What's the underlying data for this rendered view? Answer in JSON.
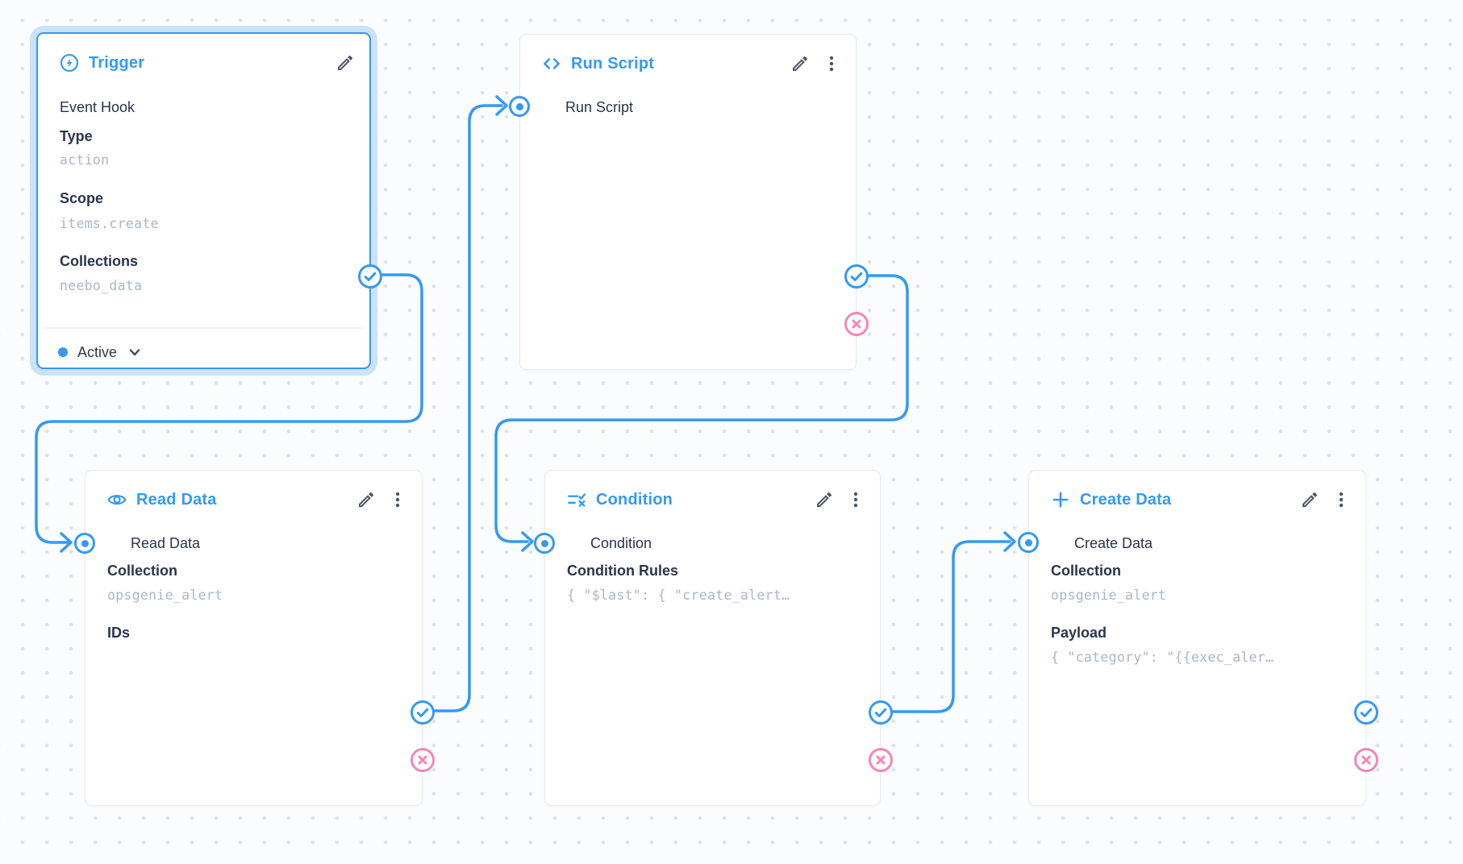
{
  "colors": {
    "accent_blue": "#3399f4",
    "reject_pink": "#f486b6",
    "text_dark": "#29354c",
    "mono_gray": "#a9b6c9",
    "panel_border": "#e7eaee",
    "canvas_bg": "#fbfcfd",
    "dot_gray": "#dde3e9",
    "icon_slate": "#4b5566"
  },
  "flow": {
    "trigger": {
      "title": "Trigger",
      "icon": "bolt-circle-icon",
      "subtitle": "Event Hook",
      "type_label": "Type",
      "type_value": "action",
      "scope_label": "Scope",
      "scope_value": "items.create",
      "collections_label": "Collections",
      "collections_value": "neebo_data",
      "status_label": "Active"
    },
    "run_script": {
      "title": "Run Script",
      "icon": "code-icon",
      "operation_label": "Run Script"
    },
    "read_data": {
      "title": "Read Data",
      "icon": "eye-icon",
      "operation_label": "Read Data",
      "collection_label": "Collection",
      "collection_value": "opsgenie_alert",
      "ids_label": "IDs"
    },
    "condition": {
      "title": "Condition",
      "icon": "rules-icon",
      "operation_label": "Condition",
      "rules_label": "Condition Rules",
      "rules_value": "{ \"$last\": { \"create_alert…"
    },
    "create_data": {
      "title": "Create Data",
      "icon": "plus-icon",
      "operation_label": "Create Data",
      "collection_label": "Collection",
      "collection_value": "opsgenie_alert",
      "payload_label": "Payload",
      "payload_value": "{ \"category\": \"{{exec_aler…"
    }
  }
}
